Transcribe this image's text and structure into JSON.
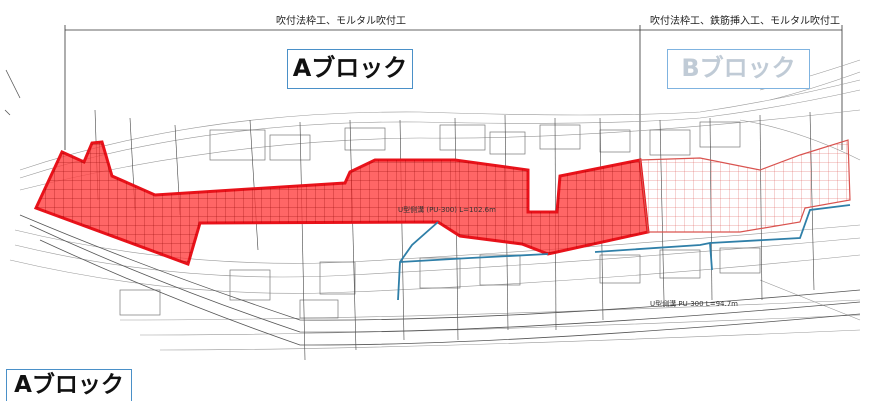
{
  "sections": {
    "a_method": "吹付法枠工、モルタル吹付工",
    "b_method": "吹付法枠工、鉄筋挿入工、モルタル吹付工"
  },
  "blocks": {
    "a_label": "Aブロック",
    "b_label": "Bブロック",
    "corner_label": "Aブロック"
  },
  "plan_annotations": {
    "ditch_upper": "U型側溝 (PU-300) L=102.6m",
    "ditch_lower": "U型側溝 PU-300 L=94.7m"
  },
  "colors": {
    "block_a_fill": "#ff3b3b",
    "block_a_outline": "#e8121a",
    "block_b_outline": "#d9534f",
    "drain_line": "#2f7fa8",
    "label_border": "#4a90c8"
  }
}
